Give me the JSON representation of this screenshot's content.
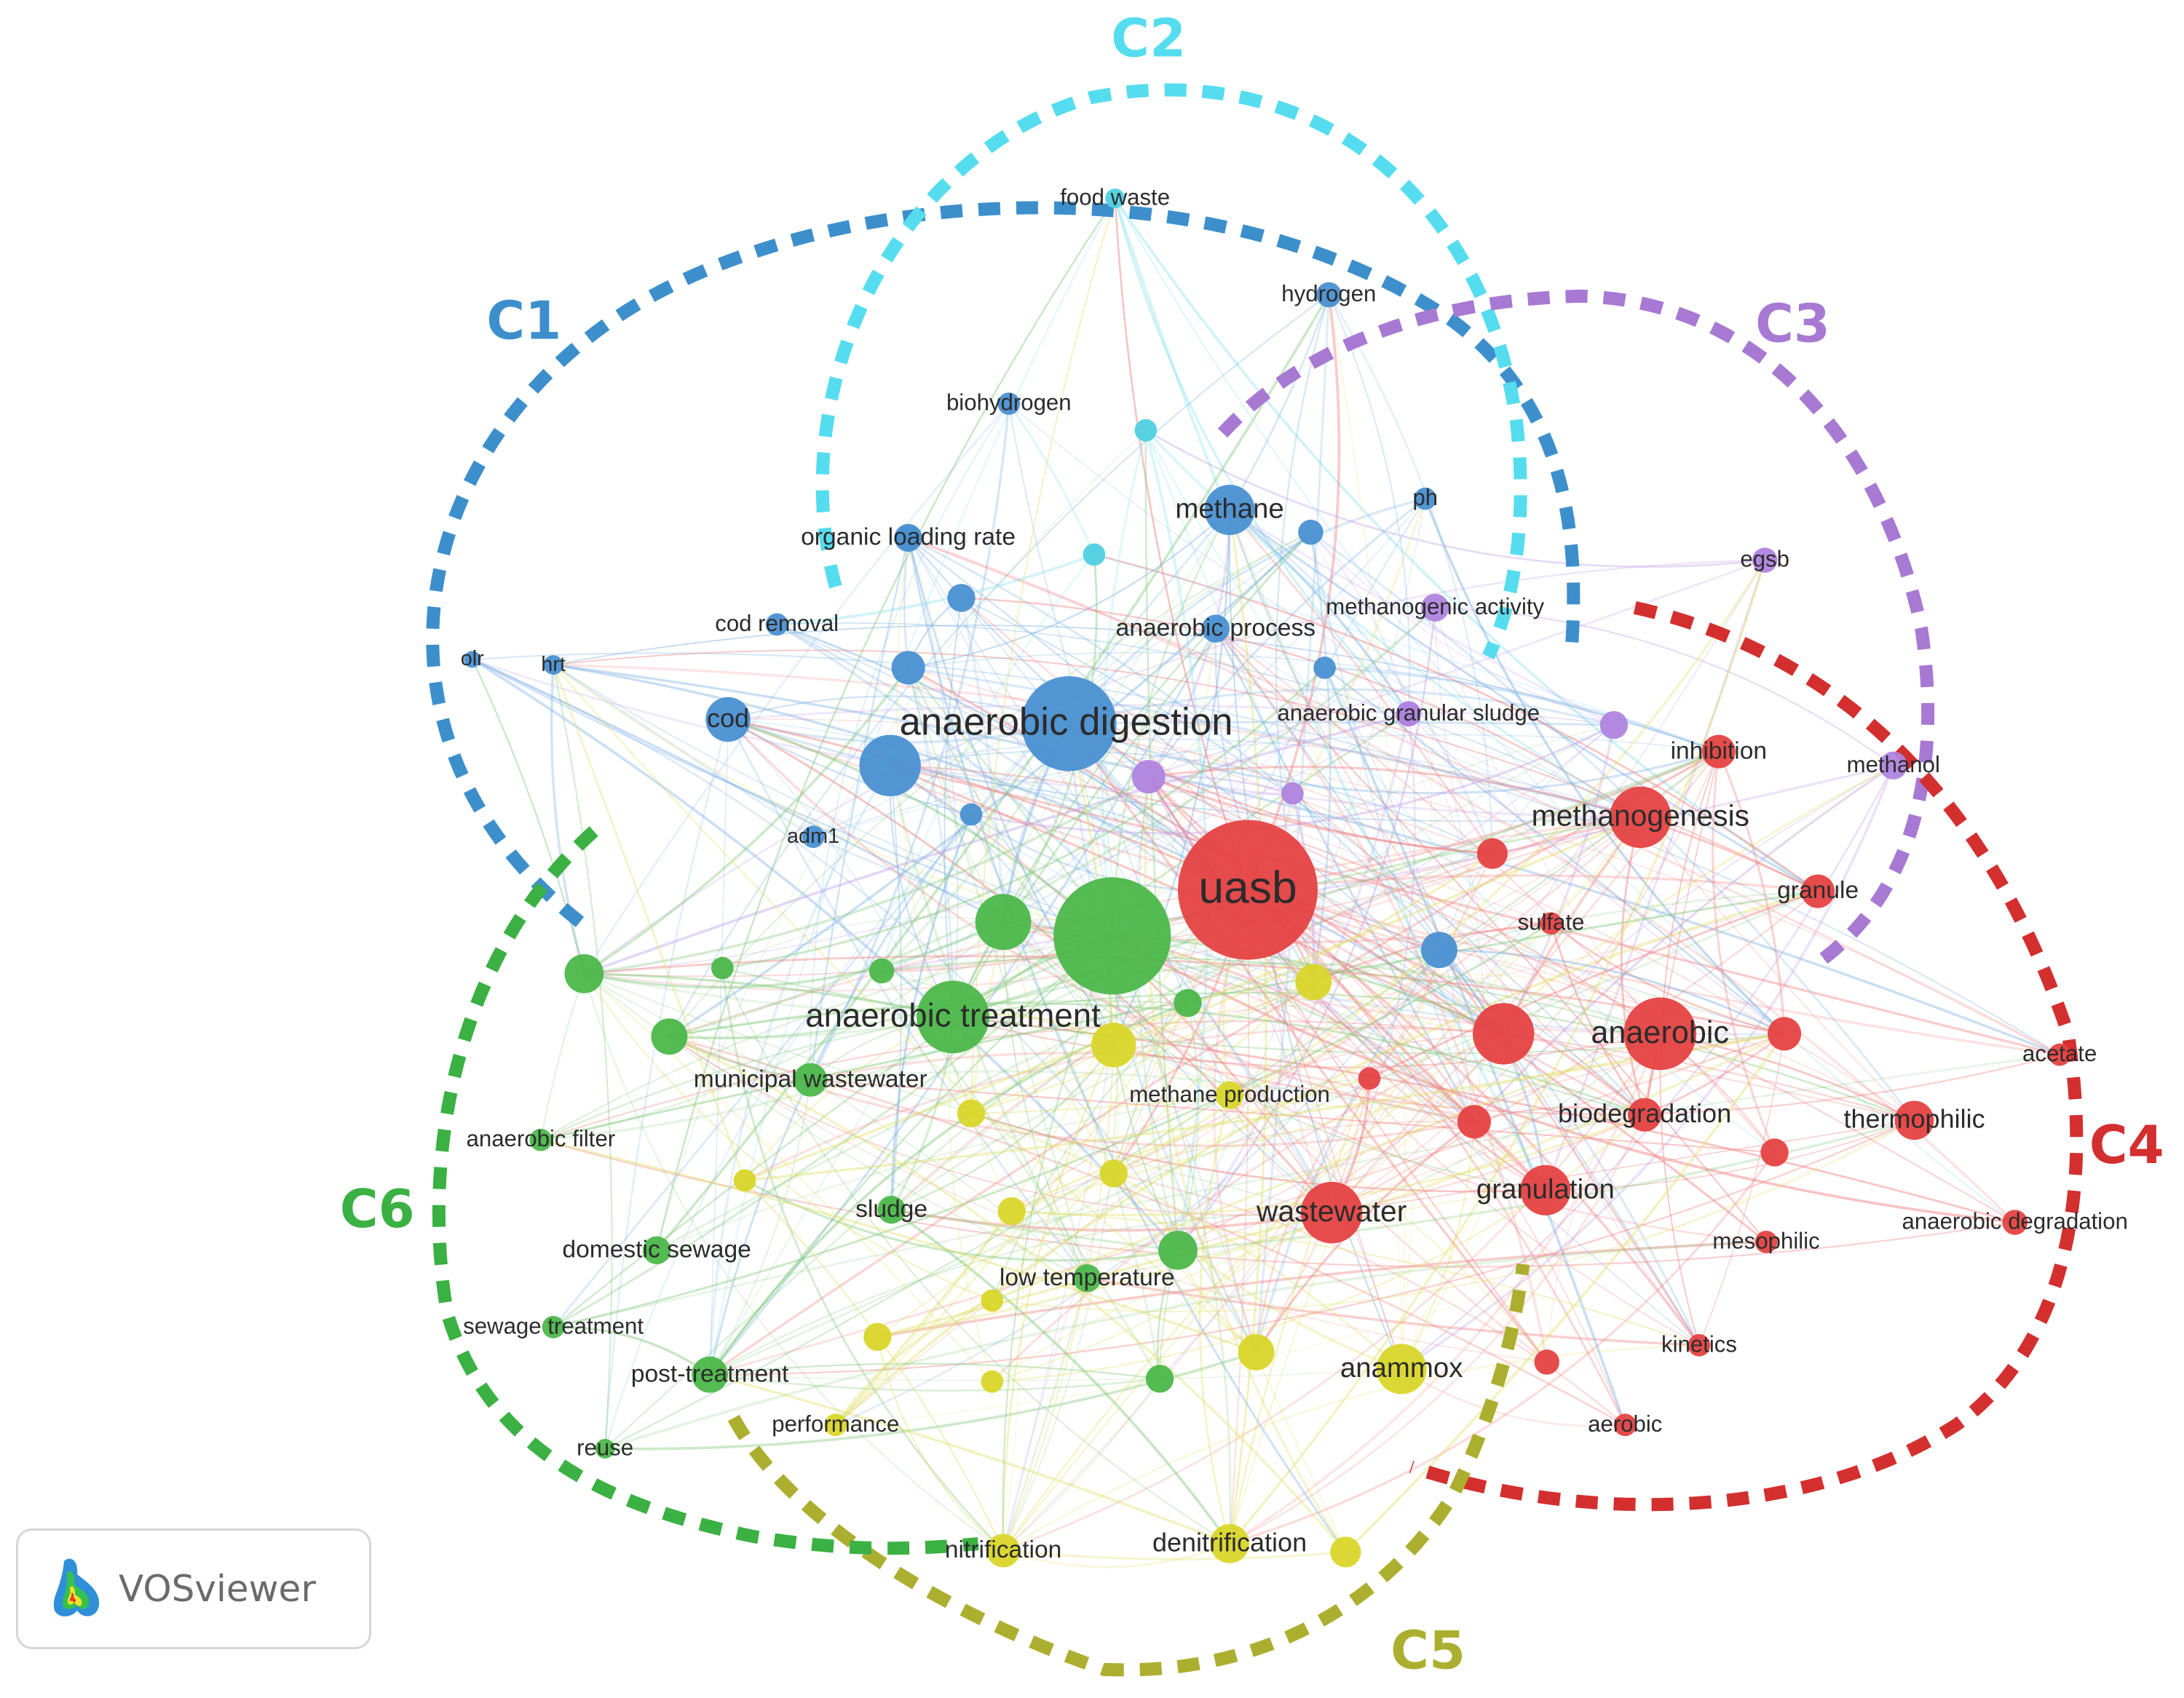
{
  "app": {
    "brand": "VOSviewer"
  },
  "clusters": [
    {
      "id": "C1",
      "label": "C1",
      "color": "#3d8fcc"
    },
    {
      "id": "C2",
      "label": "C2",
      "color": "#55dcef"
    },
    {
      "id": "C3",
      "label": "C3",
      "color": "#a779d3"
    },
    {
      "id": "C4",
      "label": "C4",
      "color": "#d32f2f"
    },
    {
      "id": "C5",
      "label": "C5",
      "color": "#acae2f"
    },
    {
      "id": "C6",
      "label": "C6",
      "color": "#3bb043"
    }
  ],
  "terms": [
    {
      "label": "food waste",
      "cluster": "C2"
    },
    {
      "label": "hydrogen",
      "cluster": "C1"
    },
    {
      "label": "biohydrogen",
      "cluster": "C1"
    },
    {
      "label": "methane",
      "cluster": "C1"
    },
    {
      "label": "ph",
      "cluster": "C1"
    },
    {
      "label": "organic loading rate",
      "cluster": "C1"
    },
    {
      "label": "cod removal",
      "cluster": "C1"
    },
    {
      "label": "anaerobic process",
      "cluster": "C1"
    },
    {
      "label": "olr",
      "cluster": "C1"
    },
    {
      "label": "hrt",
      "cluster": "C1"
    },
    {
      "label": "cod",
      "cluster": "C1"
    },
    {
      "label": "anaerobic digestion",
      "cluster": "C1"
    },
    {
      "label": "adm1",
      "cluster": "C1"
    },
    {
      "label": "methanogenic activity",
      "cluster": "C3"
    },
    {
      "label": "egsb",
      "cluster": "C3"
    },
    {
      "label": "anaerobic granular sludge",
      "cluster": "C3"
    },
    {
      "label": "methanol",
      "cluster": "C3"
    },
    {
      "label": "inhibition",
      "cluster": "C4"
    },
    {
      "label": "methanogenesis",
      "cluster": "C4"
    },
    {
      "label": "uasb",
      "cluster": "C4"
    },
    {
      "label": "granule",
      "cluster": "C4"
    },
    {
      "label": "sulfate",
      "cluster": "C4"
    },
    {
      "label": "anaerobic",
      "cluster": "C4"
    },
    {
      "label": "acetate",
      "cluster": "C4"
    },
    {
      "label": "biodegradation",
      "cluster": "C4"
    },
    {
      "label": "thermophilic",
      "cluster": "C4"
    },
    {
      "label": "granulation",
      "cluster": "C4"
    },
    {
      "label": "wastewater",
      "cluster": "C4"
    },
    {
      "label": "mesophilic",
      "cluster": "C4"
    },
    {
      "label": "anaerobic degradation",
      "cluster": "C4"
    },
    {
      "label": "kinetics",
      "cluster": "C4"
    },
    {
      "label": "aerobic",
      "cluster": "C4"
    },
    {
      "label": "anaerobic treatment",
      "cluster": "C6"
    },
    {
      "label": "municipal wastewater",
      "cluster": "C6"
    },
    {
      "label": "methane production",
      "cluster": "C5"
    },
    {
      "label": "anaerobic filter",
      "cluster": "C6"
    },
    {
      "label": "sludge",
      "cluster": "C6"
    },
    {
      "label": "domestic sewage",
      "cluster": "C6"
    },
    {
      "label": "low temperature",
      "cluster": "C6"
    },
    {
      "label": "sewage treatment",
      "cluster": "C6"
    },
    {
      "label": "anammox",
      "cluster": "C5"
    },
    {
      "label": "post-treatment",
      "cluster": "C6"
    },
    {
      "label": "performance",
      "cluster": "C5"
    },
    {
      "label": "reuse",
      "cluster": "C6"
    },
    {
      "label": "nitrification",
      "cluster": "C5"
    },
    {
      "label": "denitrification",
      "cluster": "C5"
    }
  ]
}
